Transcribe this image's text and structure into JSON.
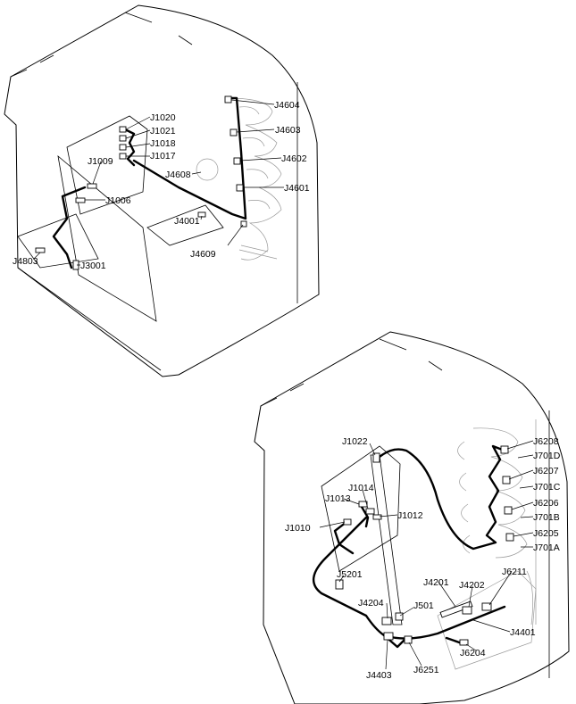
{
  "diagrams": [
    {
      "id": "top",
      "labels": [
        "J1020",
        "J1021",
        "J1018",
        "J1017",
        "J1009",
        "J1006",
        "J4604",
        "J4603",
        "J4602",
        "J4601",
        "J4608",
        "J4001",
        "J4609",
        "J4803",
        "J3001"
      ]
    },
    {
      "id": "bottom",
      "labels": [
        "J1022",
        "J1014",
        "J1013",
        "J1012",
        "J1010",
        "J5201",
        "J4201",
        "J4202",
        "J6211",
        "J4204",
        "J501",
        "J4401",
        "J6204",
        "J6251",
        "J4403",
        "J6208",
        "J701D",
        "J6207",
        "J701C",
        "J6206",
        "J701B",
        "J6205",
        "J701A"
      ]
    }
  ]
}
